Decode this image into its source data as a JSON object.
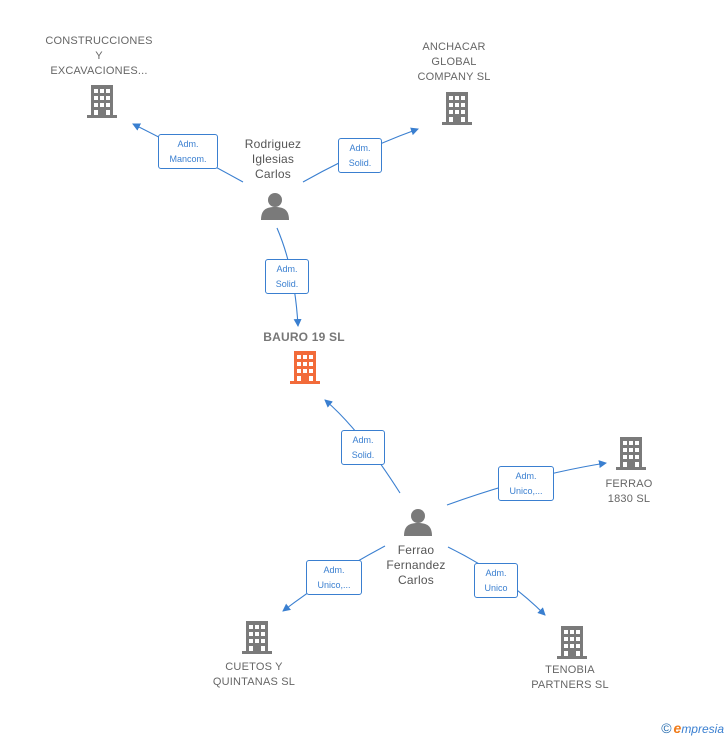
{
  "colors": {
    "edge": "#3a7fd0",
    "company": "#7a7a7a",
    "center": "#f26b3a",
    "person": "#7a7a7a"
  },
  "nodes": {
    "construcciones": {
      "label": "CONSTRUCCIONES\nY\nEXCAVACIONES...",
      "icon": "building-icon"
    },
    "anchacar": {
      "label": "ANCHACAR\nGLOBAL\nCOMPANY SL",
      "icon": "building-icon"
    },
    "rodriguez": {
      "label": "Rodriguez\nIglesias\nCarlos",
      "icon": "person-icon"
    },
    "bauro": {
      "label": "BAURO 19 SL",
      "icon": "building-icon"
    },
    "ferrao_person": {
      "label": "Ferrao\nFernandez\nCarlos",
      "icon": "person-icon"
    },
    "ferrao1830": {
      "label": "FERRAO\n1830 SL",
      "icon": "building-icon"
    },
    "cuetos": {
      "label": "CUETOS Y\nQUINTANAS SL",
      "icon": "building-icon"
    },
    "tenobia": {
      "label": "TENOBIA\nPARTNERS SL",
      "icon": "building-icon"
    }
  },
  "edges": {
    "rodriguez_construcciones": "Adm.\nMancom.",
    "rodriguez_anchacar": "Adm.\nSolid.",
    "rodriguez_bauro": "Adm.\nSolid.",
    "ferrao_bauro": "Adm.\nSolid.",
    "ferrao_ferrao1830": "Adm.\nUnico,...",
    "ferrao_cuetos": "Adm.\nUnico,...",
    "ferrao_tenobia": "Adm.\nUnico"
  },
  "footer": {
    "copyright": "©",
    "brand_initial": "e",
    "brand_rest": "mpresia"
  }
}
